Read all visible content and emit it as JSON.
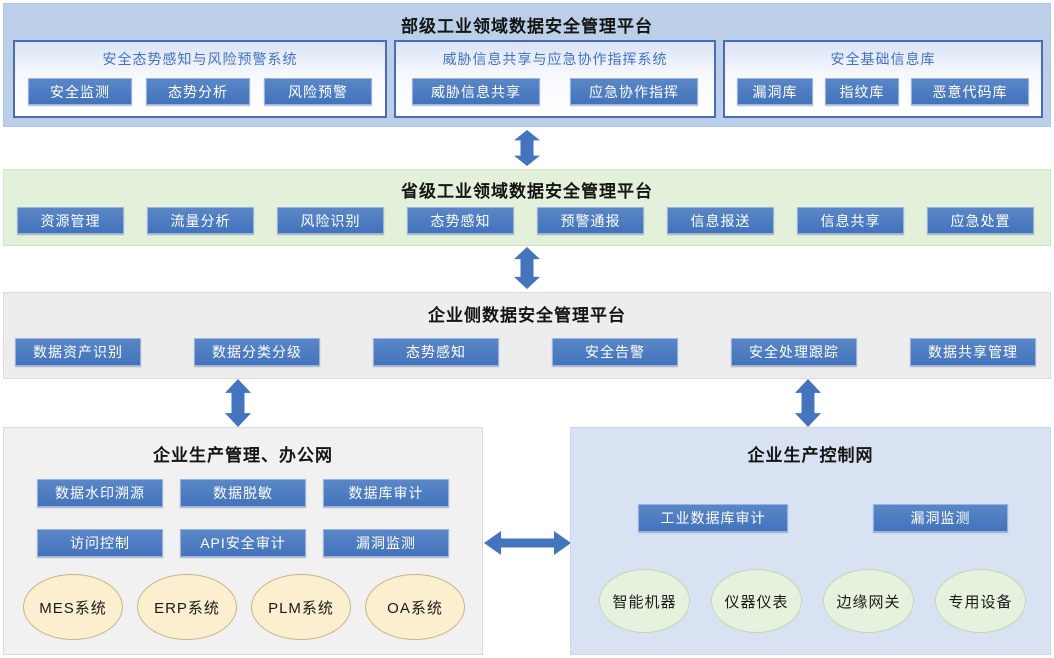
{
  "colors": {
    "accent_blue": "#4472C4",
    "ministry_bg": "#BCCFE9",
    "provincial_bg": "#E3F0DA",
    "enterprise_bg": "#EDEDED",
    "office_bg": "#F1F1F1",
    "control_bg": "#D9E2F3",
    "yellow_ellipse": "#FBEFD0",
    "green_ellipse": "#E6F2DE"
  },
  "ministry": {
    "title": "部级工业领域数据安全管理平台",
    "systems": [
      {
        "title": "安全态势感知与风险预警系统",
        "buttons": [
          "安全监测",
          "态势分析",
          "风险预警"
        ]
      },
      {
        "title": "威胁信息共享与应急协作指挥系统",
        "buttons": [
          "威胁信息共享",
          "应急协作指挥"
        ]
      },
      {
        "title": "安全基础信息库",
        "buttons": [
          "漏洞库",
          "指纹库",
          "恶意代码库"
        ]
      }
    ]
  },
  "provincial": {
    "title": "省级工业领域数据安全管理平台",
    "buttons": [
      "资源管理",
      "流量分析",
      "风险识别",
      "态势感知",
      "预警通报",
      "信息报送",
      "信息共享",
      "应急处置"
    ]
  },
  "enterprise": {
    "title": "企业侧数据安全管理平台",
    "buttons": [
      "数据资产识别",
      "数据分类分级",
      "态势感知",
      "安全告警",
      "安全处理跟踪",
      "数据共享管理"
    ]
  },
  "office_network": {
    "title": "企业生产管理、办公网",
    "buttons": [
      "数据水印溯源",
      "数据脱敏",
      "数据库审计",
      "访问控制",
      "API安全审计",
      "漏洞监测"
    ],
    "systems": [
      "MES系统",
      "ERP系统",
      "PLM系统",
      "OA系统"
    ]
  },
  "control_network": {
    "title": "企业生产控制网",
    "buttons": [
      "工业数据库审计",
      "漏洞监测"
    ],
    "devices": [
      "智能机器",
      "仪器仪表",
      "边缘网关",
      "专用设备"
    ]
  }
}
